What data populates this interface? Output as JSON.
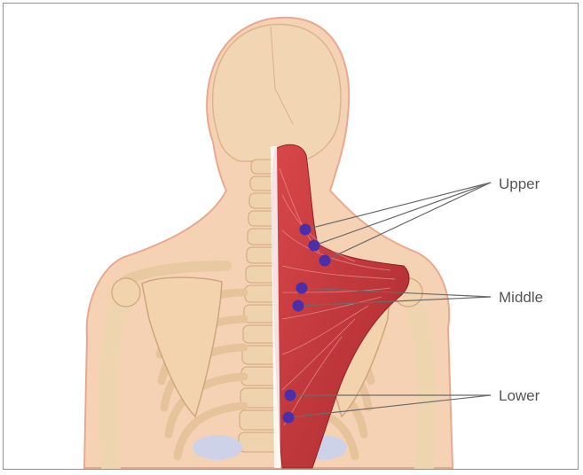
{
  "labels": {
    "upper": "Upper",
    "middle": "Middle",
    "lower": "Lower"
  },
  "colors": {
    "frame": "#4aa3d9",
    "skin": "#f2c9a6",
    "bone": "#f4dcbc",
    "muscle": "#c8373b",
    "point": "#4b2fa8",
    "line": "#6b6b6b"
  }
}
